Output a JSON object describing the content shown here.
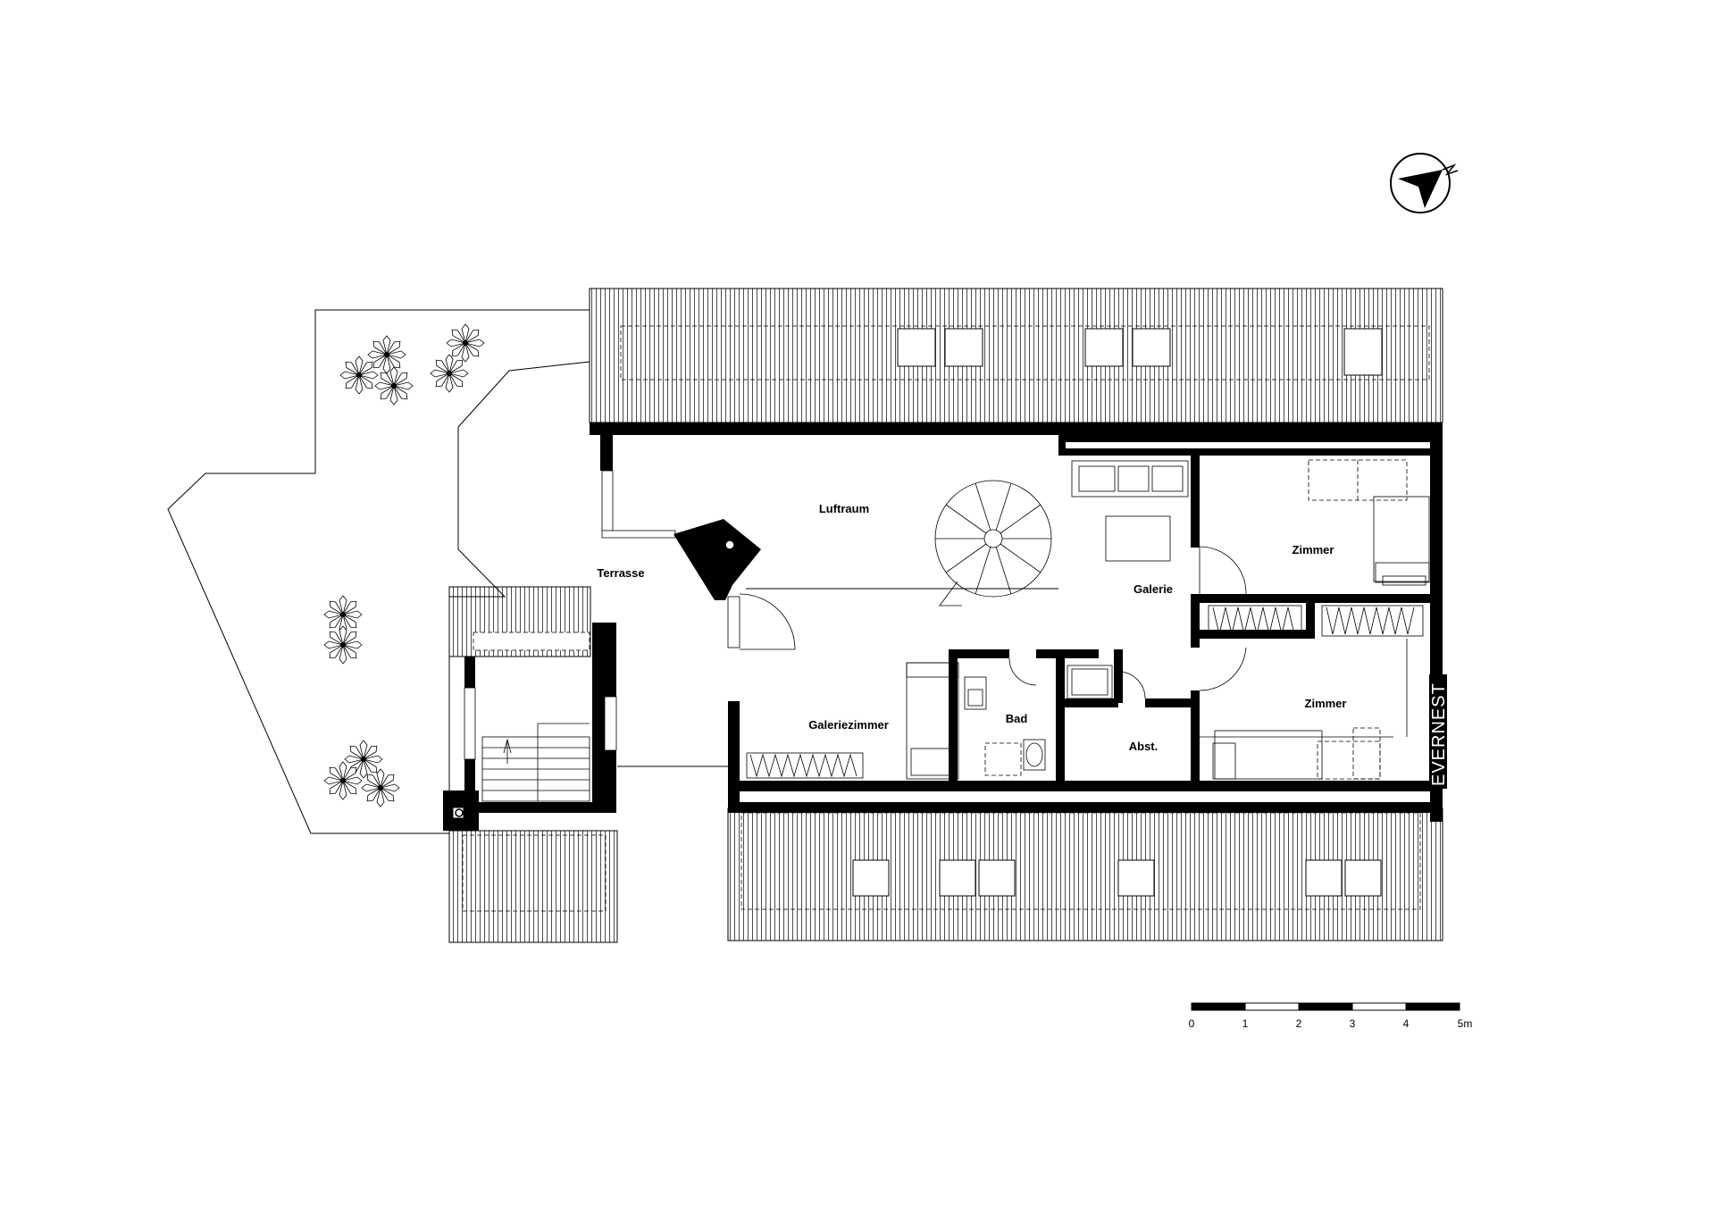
{
  "rooms": {
    "luftraum": "Luftraum",
    "terrasse": "Terrasse",
    "galerie": "Galerie",
    "zimmer_1": "Zimmer",
    "zimmer_2": "Zimmer",
    "galeriezimmer": "Galeriezimmer",
    "bad": "Bad",
    "abst": "Abst."
  },
  "brand": "EVERNEST",
  "scale_bar": {
    "labels": [
      "0",
      "1",
      "2",
      "3",
      "4",
      "5m"
    ]
  },
  "icons": {
    "north_arrow": "north-arrow-icon"
  }
}
